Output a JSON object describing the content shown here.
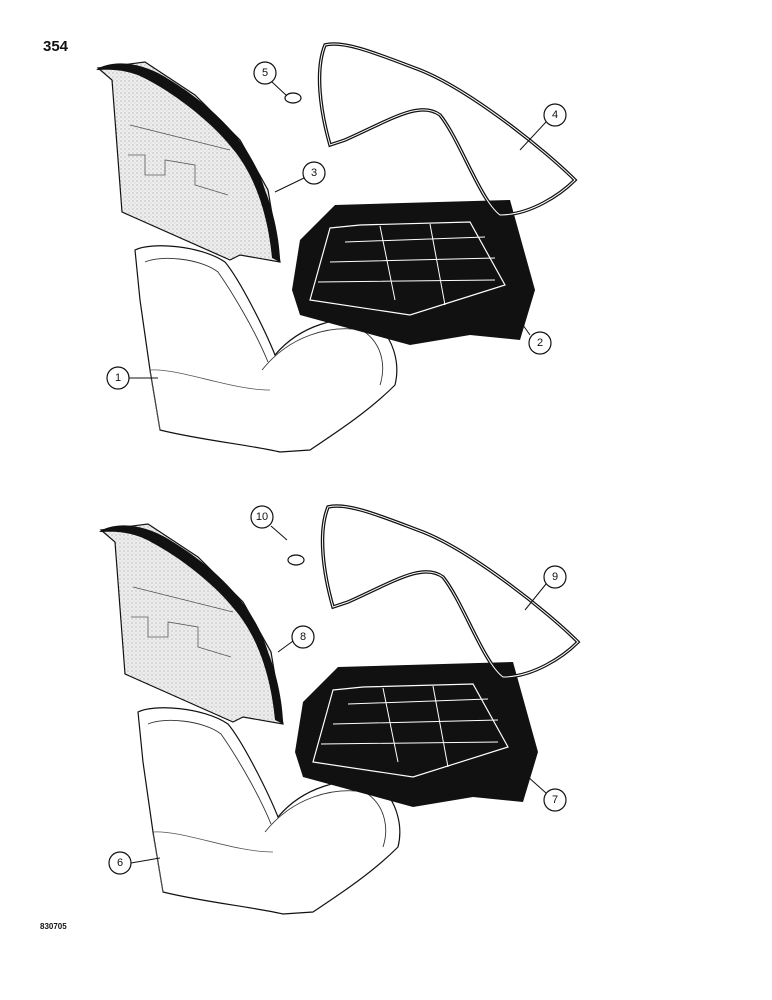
{
  "page_number": "354",
  "figure_id": "830705",
  "callouts": {
    "c1": "1",
    "c2": "2",
    "c3": "3",
    "c4": "4",
    "c5": "5",
    "c6": "6",
    "c7": "7",
    "c8": "8",
    "c9": "9",
    "c10": "10"
  },
  "colors": {
    "ink": "#111111",
    "stipple": "#d8d8d8",
    "background": "#ffffff"
  }
}
